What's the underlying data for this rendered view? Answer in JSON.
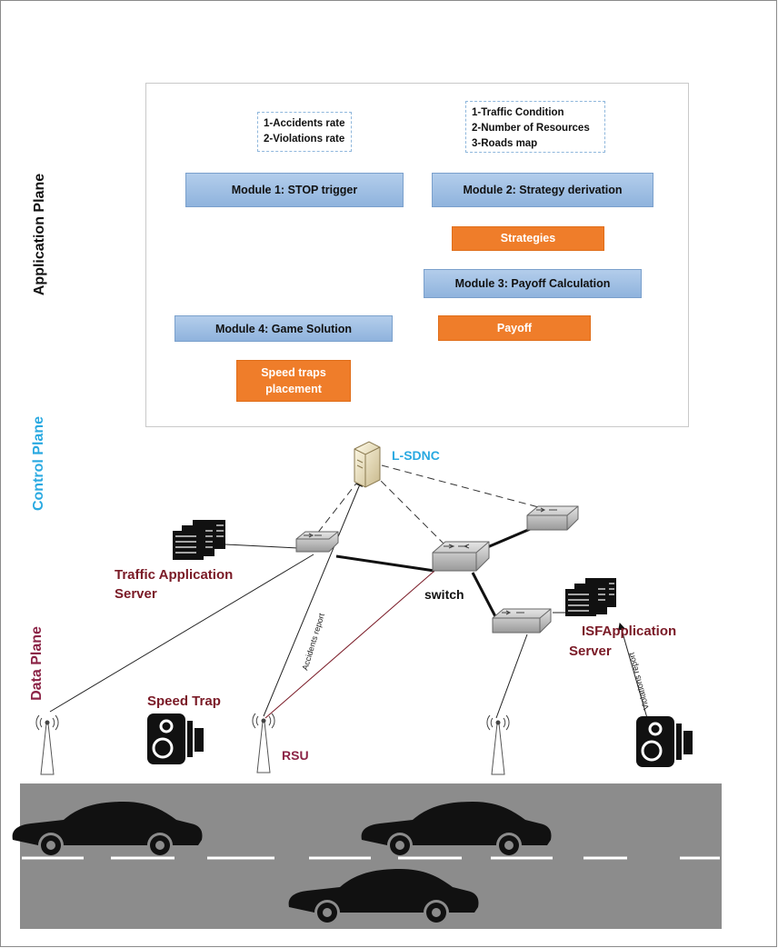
{
  "planes": {
    "application": "Application Plane",
    "control": "Control Plane",
    "data": "Data Plane"
  },
  "inputs_left": [
    "1-Accidents rate",
    "2-Violations rate"
  ],
  "inputs_right": [
    "1-Traffic Condition",
    "2-Number of Resources",
    "3-Roads map"
  ],
  "modules": {
    "m1": "Module 1: STOP trigger",
    "m2": "Module 2: Strategy derivation",
    "m3": "Module 3: Payoff Calculation",
    "m4": "Module 4: Game Solution"
  },
  "outputs": {
    "strategies": "Strategies",
    "payoff": "Payoff",
    "placement_line1": "Speed traps",
    "placement_line2": "placement"
  },
  "network": {
    "controller": "L-SDNC",
    "traffic_server_line1": "Traffic Application",
    "traffic_server_line2": "Server",
    "switch": "switch",
    "isf_server_line1": "ISFApplication",
    "isf_server_line2": "Server",
    "accidents_report": "Accidents report",
    "violations_report": "Violations report",
    "speed_trap": "Speed Trap",
    "rsu": "RSU"
  },
  "colors": {
    "module_fill": "#a8c6e8",
    "orange": "#ef7d2a",
    "control_plane_text": "#29a9e1",
    "data_plane_text": "#8b2346",
    "server_label": "#7a1a26",
    "rsu_label": "#8b2346",
    "road": "#8c8c8c"
  }
}
